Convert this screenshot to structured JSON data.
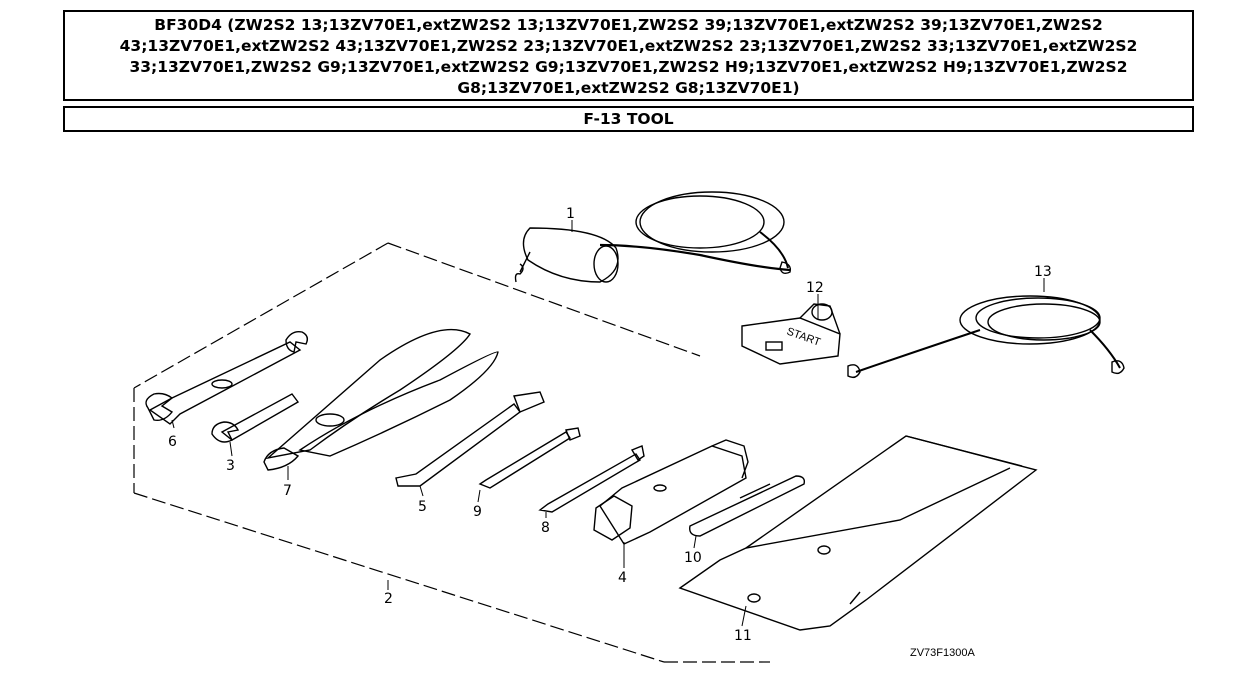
{
  "header": {
    "title": "BF30D4 (ZW2S2 13;13ZV70E1,extZW2S2 13;13ZV70E1,ZW2S2 39;13ZV70E1,extZW2S2 39;13ZV70E1,ZW2S2 43;13ZV70E1,extZW2S2 43;13ZV70E1,ZW2S2 23;13ZV70E1,extZW2S2 23;13ZV70E1,ZW2S2 33;13ZV70E1,extZW2S2 33;13ZV70E1,ZW2S2 G9;13ZV70E1,extZW2S2 G9;13ZV70E1,ZW2S2 H9;13ZV70E1,extZW2S2 H9;13ZV70E1,ZW2S2 G8;13ZV70E1,extZW2S2 G8;13ZV70E1)",
    "section": "F-13 TOOL"
  },
  "diagram": {
    "callouts": {
      "p1": "1",
      "p2": "2",
      "p3": "3",
      "p4": "4",
      "p5": "5",
      "p6": "6",
      "p7": "7",
      "p8": "8",
      "p9": "9",
      "p10": "10",
      "p11": "11",
      "p12": "12",
      "p13": "13"
    },
    "handle_text": "START",
    "drawing_code": "ZV73F1300A"
  }
}
